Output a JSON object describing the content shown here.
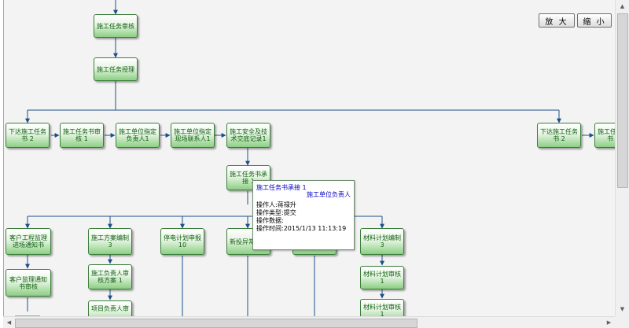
{
  "toolbar": {
    "zoom_in_label": "放 大",
    "zoom_out_label": "缩 小"
  },
  "nodes": {
    "task_review": "施工任务审核",
    "task_accept": "施工任务授理",
    "issue_task_2": "下达施工任务书 2",
    "task_book_review_1": "施工任务书审核 1",
    "assign_owner_1": "施工单位指定负责人1",
    "assign_liaison_1": "施工单位指定现场联系人1",
    "safety_record_1": "施工安全及技术交底记录1",
    "task_book_accept_1": "施工任务书承接 1",
    "right_issue_task_2": "下达施工任务书 2",
    "right_partial": "施工任务书",
    "customer_supervision_notice": "客户工程监理进场通知书",
    "plan_compile_3": "施工方案编制3",
    "outage_plan_10": "停电计划申报10",
    "new_abnormal": "新投异常办理",
    "material_plan_compile_3": "材料计划编制3",
    "customer_notice_review": "客户监理通知书审核",
    "owner_review_plan_1": "施工负责人审核方案 1",
    "material_plan_review_1": "材料计划审核1",
    "project_owner_review": "项目负责人审",
    "material_plan_approve_1": "材料计划审核1"
  },
  "tooltip": {
    "title": "施工任务书承接 1",
    "role": "施工单位负责人",
    "operator": "操作人:蒋禄升",
    "op_type": "操作类型:提交",
    "op_data": "操作数据:",
    "op_time": "操作时间:2015/1/13 11:13:19"
  },
  "scrollbars": {
    "up_icon": "arrow-up-icon",
    "down_icon": "arrow-down-icon",
    "left_icon": "arrow-left-icon",
    "right_icon": "arrow-right-icon"
  }
}
